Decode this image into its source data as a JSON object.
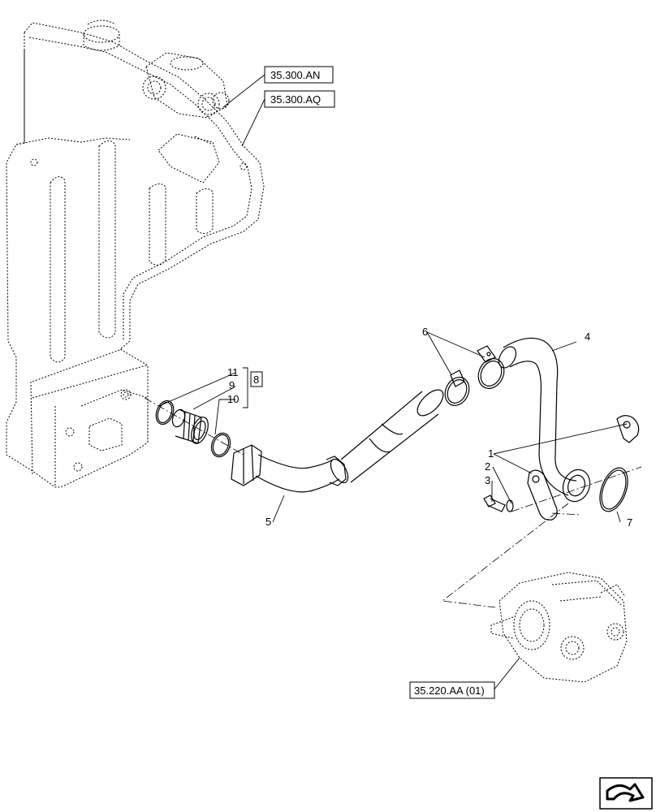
{
  "references": {
    "tank_valve_an": "35.300.AN",
    "tank_valve_aq": "35.300.AQ",
    "pump": "35.220.AA (01)"
  },
  "callouts": {
    "p1": "1",
    "p2": "2",
    "p3": "3",
    "p4": "4",
    "p5": "5",
    "p6": "6",
    "p7": "7",
    "p8": "8",
    "p9": "9",
    "p10": "10",
    "p11": "11"
  },
  "icons": {
    "nav": "next-page-arrow-icon"
  },
  "colors": {
    "line": "#000000",
    "background": "#ffffff"
  }
}
